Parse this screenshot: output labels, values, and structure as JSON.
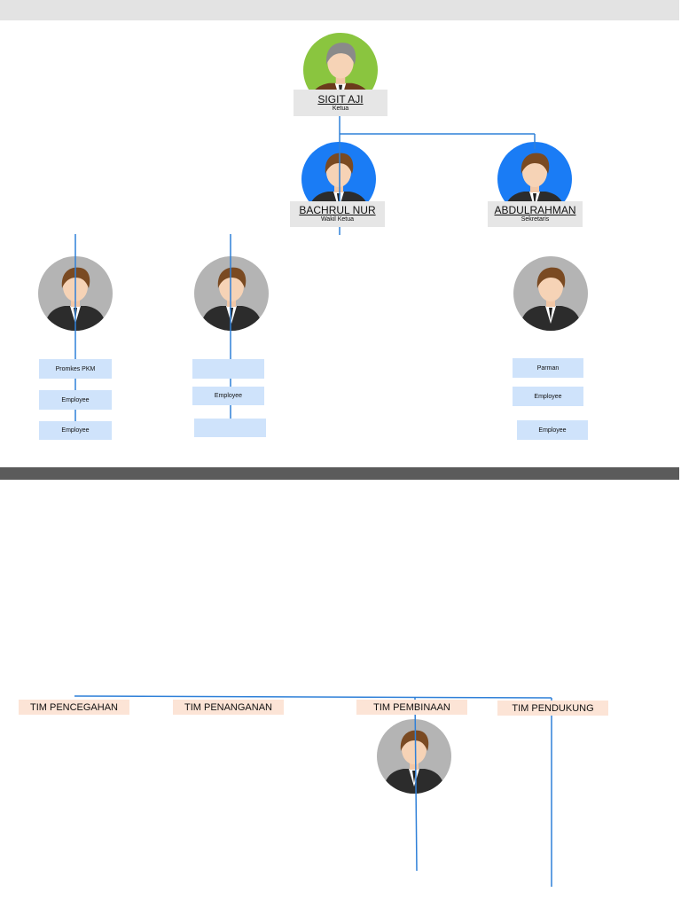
{
  "colors": {
    "connector": "#2f80d8",
    "top_avatar": "#8ac53f",
    "blue_avatar": "#1a7cf5",
    "gray_avatar": "#b4b4b4",
    "namebox": "#e6e6e6",
    "employee_box": "#cfe3fb",
    "team_box": "#fce4d6"
  },
  "org": {
    "chairman": {
      "name": "SIGIT AJI",
      "role": "Ketua"
    },
    "vice": {
      "name": "BACHRUL NUR",
      "role": "Wakil Ketua"
    },
    "secretary": {
      "name": "ABDULRAHMAN",
      "role": "Sekretaris"
    }
  },
  "staff": {
    "col1": [
      "Promkes PKM",
      "Employee",
      "Employee"
    ],
    "col2": [
      "",
      "Employee",
      ""
    ],
    "col3": [
      "Parman",
      "Employee",
      "Employee"
    ]
  },
  "teams": [
    "TIM PENCEGAHAN",
    "TIM PENANGANAN",
    "TIM PEMBINAAN",
    "TIM PENDUKUNG"
  ]
}
